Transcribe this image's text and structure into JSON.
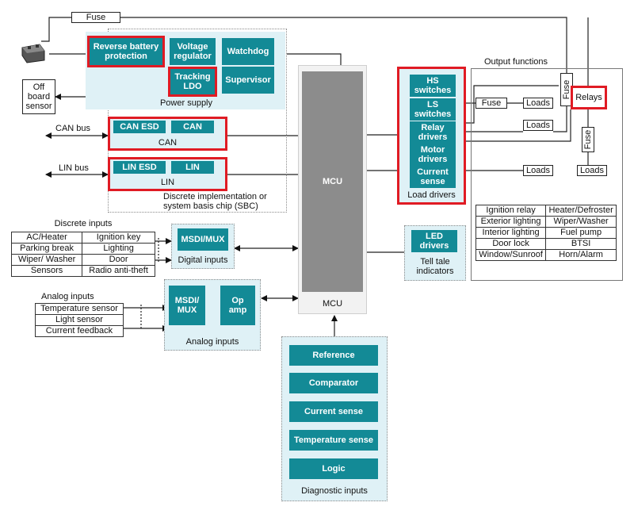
{
  "fuse_top": "Fuse",
  "off_board_sensor": "Off\nboard\nsensor",
  "power_supply": {
    "reverse_battery": "Reverse battery\nprotection",
    "voltage_regulator": "Voltage\nregulator",
    "tracking_ldo": "Tracking\nLDO",
    "watchdog": "Watchdog",
    "supervisor": "Supervisor",
    "label": "Power supply"
  },
  "can": {
    "bus_label": "CAN bus",
    "esd": "CAN ESD",
    "can": "CAN",
    "label": "CAN"
  },
  "lin": {
    "bus_label": "LIN bus",
    "esd": "LIN ESD",
    "lin": "LIN",
    "label": "LIN"
  },
  "sbc_note": "Discrete implementation or\nsystem basis chip (SBC)",
  "mcu": {
    "inner": "MCU",
    "outer": "MCU"
  },
  "discrete_inputs": {
    "title": "Discrete inputs",
    "rows": [
      [
        "AC/Heater",
        "Ignition key"
      ],
      [
        "Parking break",
        "Lighting"
      ],
      [
        "Wiper/ Washer",
        "Door"
      ],
      [
        "Sensors",
        "Radio anti-theft"
      ]
    ],
    "block": "MSDI/MUX",
    "label": "Digital inputs"
  },
  "analog_inputs": {
    "title": "Analog inputs",
    "rows": [
      "Temperature sensor",
      "Light sensor",
      "Current feedback"
    ],
    "msdi": "MSDI/\nMUX",
    "opamp": "Op\namp",
    "label": "Analog inputs"
  },
  "load_drivers": {
    "items": [
      "HS\nswitches",
      "LS\nswitches",
      "Relay\ndrivers",
      "Motor\ndrivers",
      "Current\nsense"
    ],
    "label": "Load drivers"
  },
  "tell_tale": {
    "block": "LED\ndrivers",
    "label": "Tell tale\nindicators"
  },
  "output_functions": {
    "title": "Output functions",
    "fuse": "Fuse",
    "loads": "Loads",
    "relays": "Relays",
    "fuse_v": "Fuse",
    "table": [
      [
        "Ignition relay",
        "Heater/Defroster"
      ],
      [
        "Exterior lighting",
        "Wiper/Washer"
      ],
      [
        "Interior lighting",
        "Fuel pump"
      ],
      [
        "Door lock",
        "BTSI"
      ],
      [
        "Window/Sunroof",
        "Horn/Alarm"
      ]
    ]
  },
  "diagnostic": {
    "items": [
      "Reference",
      "Comparator",
      "Current sense",
      "Temperature sense",
      "Logic"
    ],
    "label": "Diagnostic inputs"
  }
}
